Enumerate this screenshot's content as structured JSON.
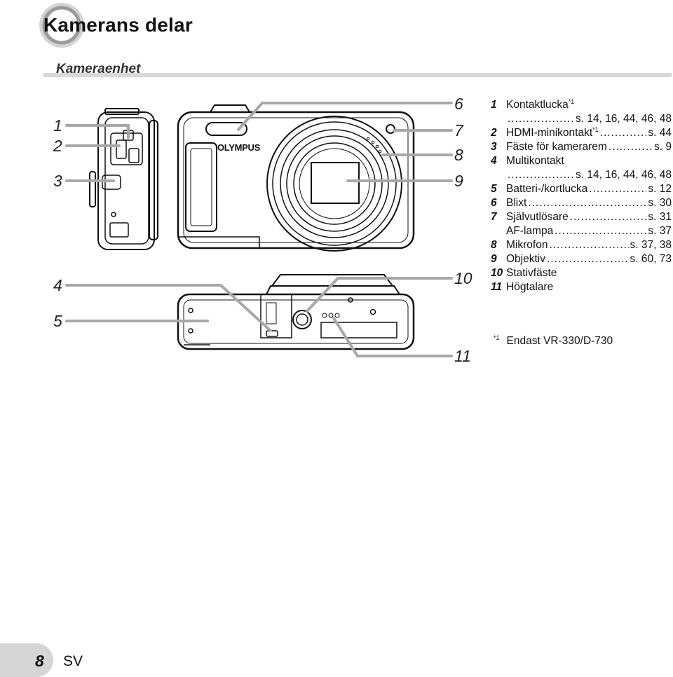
{
  "title": "Kamerans delar",
  "subtitle": "Kameraenhet",
  "brand": "OLYMPUS",
  "callouts": [
    "1",
    "2",
    "3",
    "4",
    "5",
    "6",
    "7",
    "8",
    "9",
    "10",
    "11"
  ],
  "parts": [
    {
      "num": "1",
      "label": "Kontaktlucka",
      "sup": "*1"
    },
    {
      "num": "",
      "label": "",
      "pages": "s. 14, 16, 44, 46, 48"
    },
    {
      "num": "2",
      "label": "HDMI-minikontakt",
      "sup": "*1",
      "pages": "s. 44"
    },
    {
      "num": "3",
      "label": "Fäste för kamerarem",
      "pages": "s. 9"
    },
    {
      "num": "4",
      "label": "Multikontakt"
    },
    {
      "num": "",
      "label": "",
      "pages": "s. 14, 16, 44, 46, 48"
    },
    {
      "num": "5",
      "label": "Batteri-/kortlucka",
      "pages": "s. 12"
    },
    {
      "num": "6",
      "label": "Blixt",
      "pages": "s. 30"
    },
    {
      "num": "7",
      "label": "Självutlösare",
      "pages": "s. 31"
    },
    {
      "num": "",
      "label": "AF-lampa",
      "pages": "s. 37"
    },
    {
      "num": "8",
      "label": "Mikrofon",
      "pages": "s. 37, 38"
    },
    {
      "num": "9",
      "label": "Objektiv",
      "pages": "s. 60, 73"
    },
    {
      "num": "10",
      "label": "Stativfäste"
    },
    {
      "num": "11",
      "label": "Högtalare"
    }
  ],
  "footnote": {
    "mark": "*1",
    "text": "Endast VR-330/D-730"
  },
  "footer": {
    "page": "8",
    "lang": "SV"
  }
}
